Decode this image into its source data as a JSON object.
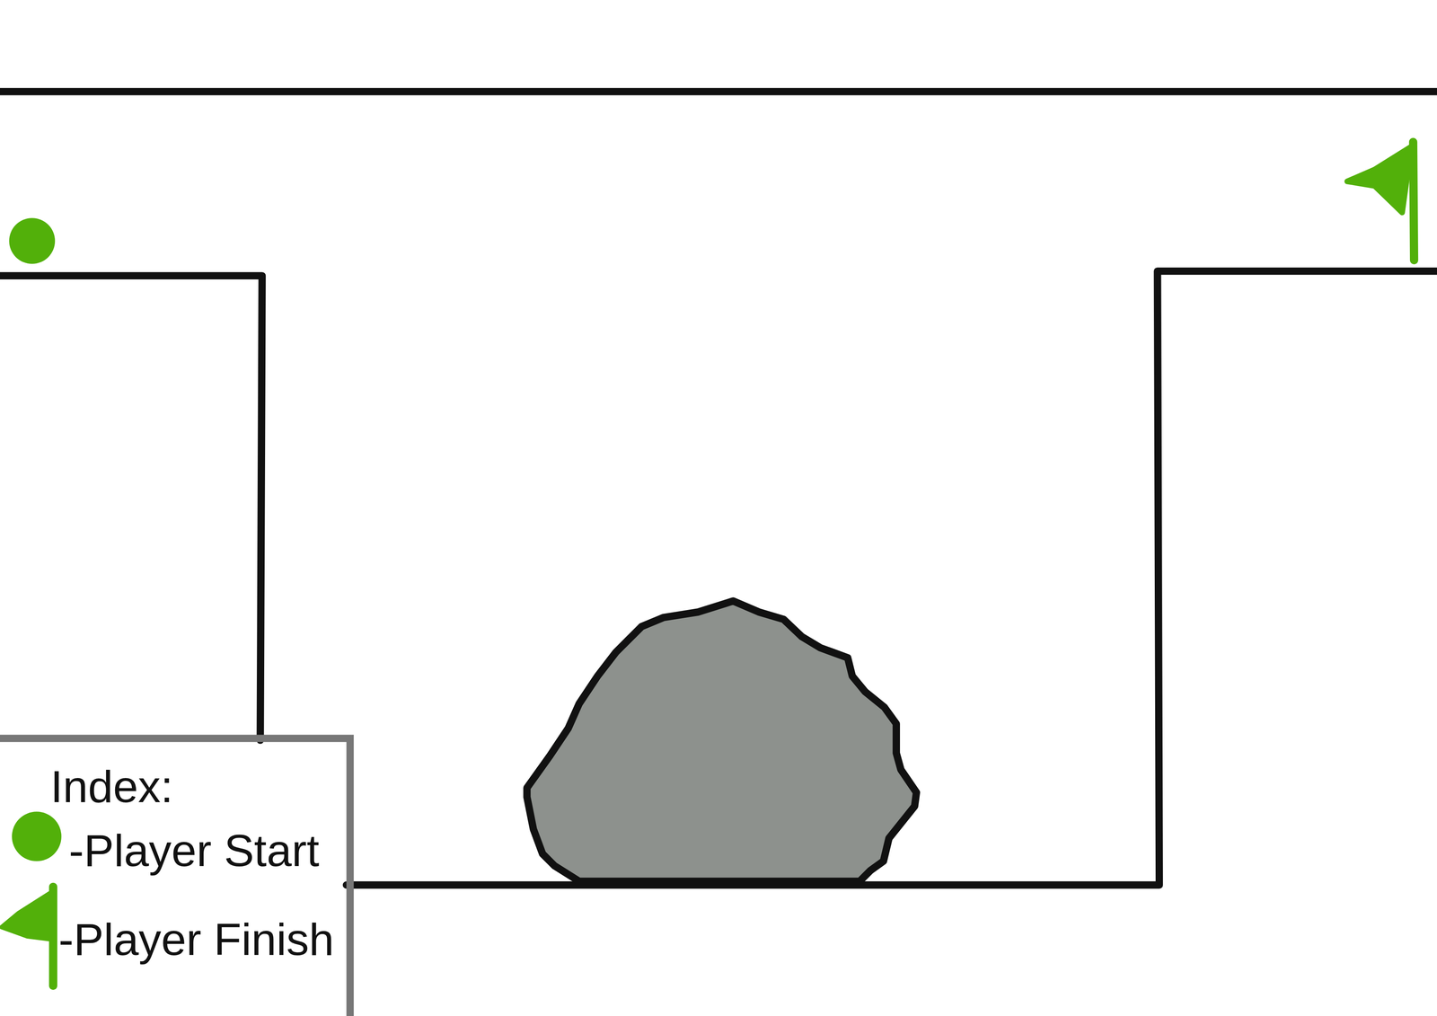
{
  "diagram": {
    "labels": [
      "Index:"
    ],
    "legend": [
      {
        "text": "-Player Start"
      },
      {
        "text": "-Player Finish"
      }
    ]
  }
}
